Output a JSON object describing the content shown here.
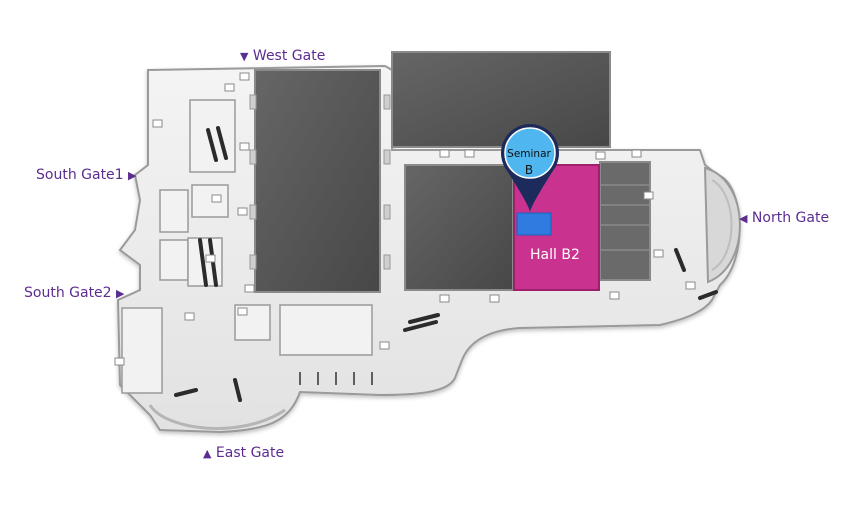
{
  "gates": {
    "west": {
      "label": "West Gate",
      "arrow": "▼"
    },
    "south1": {
      "label": "South Gate1",
      "arrow": "▶"
    },
    "south2": {
      "label": "South Gate2",
      "arrow": "▶"
    },
    "north": {
      "label": "North Gate",
      "arrow": "◀"
    },
    "east": {
      "label": "East Gate",
      "arrow": "▲"
    }
  },
  "halls": {
    "b2": {
      "label": "Hall B2",
      "color": "#c9338f"
    }
  },
  "marker": {
    "line1": "Seminar",
    "line2": "B",
    "fill": "#4fb6ef",
    "ring": "#1c2a5c",
    "room_color": "#2f7be0"
  },
  "colors": {
    "gate_text": "#5c2d91",
    "dark_hall": "#555555",
    "floor": "#eeeeee"
  }
}
